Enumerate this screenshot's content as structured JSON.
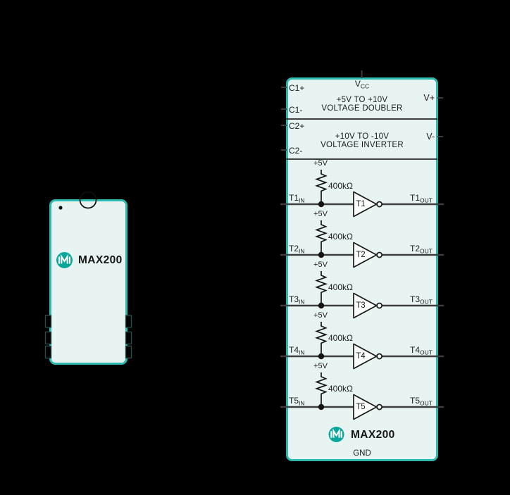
{
  "colors": {
    "teal": "#2cb9b0",
    "mint": "#e7f4f2",
    "logo": "#09a79b",
    "line": "#3d3d3d",
    "ink": "#1c1c1c"
  },
  "left_chip": {
    "brand": "MAX200"
  },
  "functional_diagram": {
    "top_pin": {
      "main": "V",
      "sub": "CC"
    },
    "sections": [
      {
        "left_pins": [
          "C1+",
          "C1-"
        ],
        "title_lines": [
          "+5V TO +10V",
          "VOLTAGE DOUBLER"
        ],
        "right_pin": "V+"
      },
      {
        "left_pins": [
          "C2+",
          "C2-"
        ],
        "title_lines": [
          "+10V TO -10V",
          "VOLTAGE INVERTER"
        ],
        "right_pin": "V-"
      }
    ],
    "transmitters": [
      {
        "supply": "+5V",
        "resistor": "400kΩ",
        "gate": "T1",
        "in": {
          "main": "T1",
          "sub": "IN"
        },
        "out": {
          "main": "T1",
          "sub": "OUT"
        }
      },
      {
        "supply": "+5V",
        "resistor": "400kΩ",
        "gate": "T2",
        "in": {
          "main": "T2",
          "sub": "IN"
        },
        "out": {
          "main": "T2",
          "sub": "OUT"
        }
      },
      {
        "supply": "+5V",
        "resistor": "400kΩ",
        "gate": "T3",
        "in": {
          "main": "T3",
          "sub": "IN"
        },
        "out": {
          "main": "T3",
          "sub": "OUT"
        }
      },
      {
        "supply": "+5V",
        "resistor": "400kΩ",
        "gate": "T4",
        "in": {
          "main": "T4",
          "sub": "IN"
        },
        "out": {
          "main": "T4",
          "sub": "OUT"
        }
      },
      {
        "supply": "+5V",
        "resistor": "400kΩ",
        "gate": "T5",
        "in": {
          "main": "T5",
          "sub": "IN"
        },
        "out": {
          "main": "T5",
          "sub": "OUT"
        }
      }
    ],
    "brand": "MAX200",
    "ground_pin": "GND"
  }
}
